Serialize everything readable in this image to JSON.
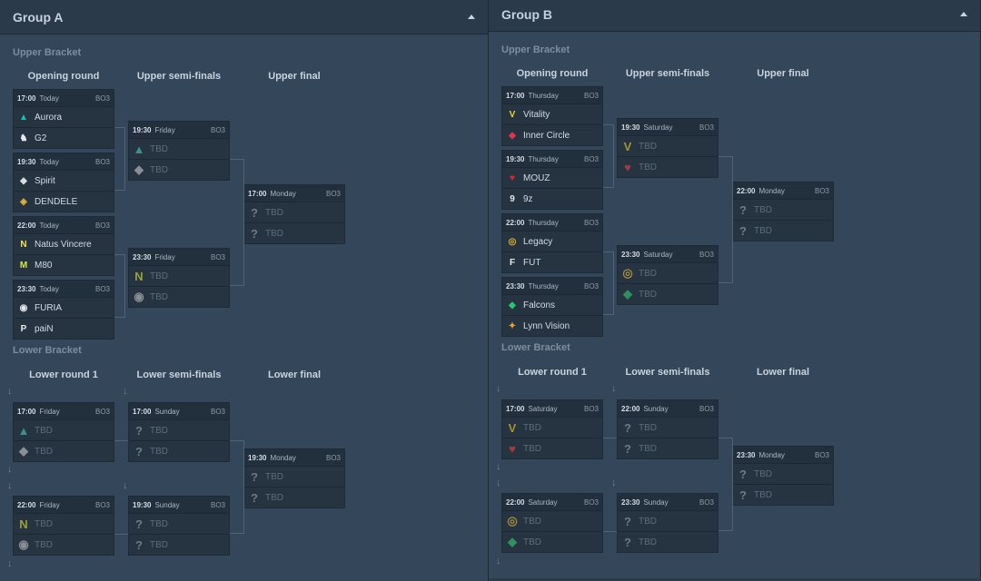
{
  "groups": [
    {
      "title": "Group A",
      "upper_label": "Upper Bracket",
      "lower_label": "Lower Bracket",
      "upper_cols": [
        "Opening round",
        "Upper semi-finals",
        "Upper final"
      ],
      "lower_cols": [
        "Lower round 1",
        "Lower semi-finals",
        "Lower final"
      ],
      "upper_matches": [
        {
          "time": "17:00",
          "day": "Today",
          "bo": "BO3",
          "teams": [
            {
              "name": "Aurora",
              "icon": "aurora-icon"
            },
            {
              "name": "G2",
              "icon": "g2-icon"
            }
          ]
        },
        {
          "time": "19:30",
          "day": "Today",
          "bo": "BO3",
          "teams": [
            {
              "name": "Spirit",
              "icon": "spirit-icon"
            },
            {
              "name": "DENDELE",
              "icon": "dendele-icon"
            }
          ]
        },
        {
          "time": "22:00",
          "day": "Today",
          "bo": "BO3",
          "teams": [
            {
              "name": "Natus Vincere",
              "icon": "navi-icon"
            },
            {
              "name": "M80",
              "icon": "m80-icon"
            }
          ]
        },
        {
          "time": "23:30",
          "day": "Today",
          "bo": "BO3",
          "teams": [
            {
              "name": "FURIA",
              "icon": "furia-icon"
            },
            {
              "name": "paiN",
              "icon": "pain-icon"
            }
          ]
        },
        {
          "time": "19:30",
          "day": "Friday",
          "bo": "BO3",
          "teams": [
            {
              "name": "TBD",
              "icon": "aurora-g2-icon"
            },
            {
              "name": "TBD",
              "icon": "spirit-dendele-icon"
            }
          ]
        },
        {
          "time": "23:30",
          "day": "Friday",
          "bo": "BO3",
          "teams": [
            {
              "name": "TBD",
              "icon": "navi-m80-icon"
            },
            {
              "name": "TBD",
              "icon": "furia-pain-icon"
            }
          ]
        },
        {
          "time": "17:00",
          "day": "Monday",
          "bo": "BO3",
          "teams": [
            {
              "name": "TBD",
              "icon": "unknown-icon"
            },
            {
              "name": "TBD",
              "icon": "unknown-icon"
            }
          ]
        }
      ],
      "lower_matches": [
        {
          "time": "17:00",
          "day": "Friday",
          "bo": "BO3",
          "teams": [
            {
              "name": "TBD",
              "icon": "aurora-g2-icon"
            },
            {
              "name": "TBD",
              "icon": "spirit-dendele-icon"
            }
          ]
        },
        {
          "time": "22:00",
          "day": "Friday",
          "bo": "BO3",
          "teams": [
            {
              "name": "TBD",
              "icon": "navi-m80-icon"
            },
            {
              "name": "TBD",
              "icon": "furia-pain-icon"
            }
          ]
        },
        {
          "time": "17:00",
          "day": "Sunday",
          "bo": "BO3",
          "teams": [
            {
              "name": "TBD",
              "icon": "unknown-icon"
            },
            {
              "name": "TBD",
              "icon": "unknown-icon"
            }
          ]
        },
        {
          "time": "19:30",
          "day": "Sunday",
          "bo": "BO3",
          "teams": [
            {
              "name": "TBD",
              "icon": "unknown-icon"
            },
            {
              "name": "TBD",
              "icon": "unknown-icon"
            }
          ]
        },
        {
          "time": "19:30",
          "day": "Monday",
          "bo": "BO3",
          "teams": [
            {
              "name": "TBD",
              "icon": "unknown-icon"
            },
            {
              "name": "TBD",
              "icon": "unknown-icon"
            }
          ]
        }
      ]
    },
    {
      "title": "Group B",
      "upper_label": "Upper Bracket",
      "lower_label": "Lower Bracket",
      "upper_cols": [
        "Opening round",
        "Upper semi-finals",
        "Upper final"
      ],
      "lower_cols": [
        "Lower round 1",
        "Lower semi-finals",
        "Lower final"
      ],
      "upper_matches": [
        {
          "time": "17:00",
          "day": "Thursday",
          "bo": "BO3",
          "teams": [
            {
              "name": "Vitality",
              "icon": "vitality-icon"
            },
            {
              "name": "Inner Circle",
              "icon": "inner-circle-icon"
            }
          ]
        },
        {
          "time": "19:30",
          "day": "Thursday",
          "bo": "BO3",
          "teams": [
            {
              "name": "MOUZ",
              "icon": "mouz-icon"
            },
            {
              "name": "9z",
              "icon": "9z-icon"
            }
          ]
        },
        {
          "time": "22:00",
          "day": "Thursday",
          "bo": "BO3",
          "teams": [
            {
              "name": "Legacy",
              "icon": "legacy-icon"
            },
            {
              "name": "FUT",
              "icon": "fut-icon"
            }
          ]
        },
        {
          "time": "23:30",
          "day": "Thursday",
          "bo": "BO3",
          "teams": [
            {
              "name": "Falcons",
              "icon": "falcons-icon"
            },
            {
              "name": "Lynn Vision",
              "icon": "lynn-vision-icon"
            }
          ]
        },
        {
          "time": "19:30",
          "day": "Saturday",
          "bo": "BO3",
          "teams": [
            {
              "name": "TBD",
              "icon": "vitality-ic-icon"
            },
            {
              "name": "TBD",
              "icon": "mouz-9z-icon"
            }
          ]
        },
        {
          "time": "23:30",
          "day": "Saturday",
          "bo": "BO3",
          "teams": [
            {
              "name": "TBD",
              "icon": "legacy-fut-icon"
            },
            {
              "name": "TBD",
              "icon": "falcons-lynn-icon"
            }
          ]
        },
        {
          "time": "22:00",
          "day": "Monday",
          "bo": "BO3",
          "teams": [
            {
              "name": "TBD",
              "icon": "unknown-icon"
            },
            {
              "name": "TBD",
              "icon": "unknown-icon"
            }
          ]
        }
      ],
      "lower_matches": [
        {
          "time": "17:00",
          "day": "Saturday",
          "bo": "BO3",
          "teams": [
            {
              "name": "TBD",
              "icon": "vitality-ic-icon"
            },
            {
              "name": "TBD",
              "icon": "mouz-9z-icon"
            }
          ]
        },
        {
          "time": "22:00",
          "day": "Saturday",
          "bo": "BO3",
          "teams": [
            {
              "name": "TBD",
              "icon": "legacy-fut-icon"
            },
            {
              "name": "TBD",
              "icon": "falcons-lynn-icon"
            }
          ]
        },
        {
          "time": "22:00",
          "day": "Sunday",
          "bo": "BO3",
          "teams": [
            {
              "name": "TBD",
              "icon": "unknown-icon"
            },
            {
              "name": "TBD",
              "icon": "unknown-icon"
            }
          ]
        },
        {
          "time": "23:30",
          "day": "Sunday",
          "bo": "BO3",
          "teams": [
            {
              "name": "TBD",
              "icon": "unknown-icon"
            },
            {
              "name": "TBD",
              "icon": "unknown-icon"
            }
          ]
        },
        {
          "time": "23:30",
          "day": "Monday",
          "bo": "BO3",
          "teams": [
            {
              "name": "TBD",
              "icon": "unknown-icon"
            },
            {
              "name": "TBD",
              "icon": "unknown-icon"
            }
          ]
        }
      ]
    }
  ],
  "icon_colors": {
    "aurora-icon": "#19c2b0",
    "g2-icon": "#e8e8e8",
    "spirit-icon": "#d9dde2",
    "dendele-icon": "#e0b13a",
    "navi-icon": "#f5e04a",
    "m80-icon": "#d7e847",
    "furia-icon": "#e8e8e8",
    "pain-icon": "#e8e8e8",
    "vitality-icon": "#f3d32b",
    "inner-circle-icon": "#e0344a",
    "mouz-icon": "#e0252f",
    "9z-icon": "#e8e8e8",
    "legacy-icon": "#e4b62c",
    "fut-icon": "#e8e8e8",
    "falcons-icon": "#28c76f",
    "lynn-vision-icon": "#f0a22e",
    "aurora-g2-icon": "#3f8f8a",
    "spirit-dendele-icon": "#8b8f95",
    "navi-m80-icon": "#9aa03a",
    "furia-pain-icon": "#8b8f95",
    "vitality-ic-icon": "#a4932f",
    "mouz-9z-icon": "#a13b44",
    "legacy-fut-icon": "#a58a3b",
    "falcons-lynn-icon": "#2f8f5e",
    "unknown-icon": "#6c7a89"
  },
  "icon_glyphs": {
    "aurora-icon": "▲",
    "g2-icon": "♞",
    "spirit-icon": "◆",
    "dendele-icon": "◈",
    "navi-icon": "N",
    "m80-icon": "M",
    "furia-icon": "◉",
    "pain-icon": "P",
    "vitality-icon": "V",
    "inner-circle-icon": "◆",
    "mouz-icon": "♥",
    "9z-icon": "9",
    "legacy-icon": "◎",
    "fut-icon": "F",
    "falcons-icon": "◆",
    "lynn-vision-icon": "✦",
    "aurora-g2-icon": "▲",
    "spirit-dendele-icon": "◆",
    "navi-m80-icon": "N",
    "furia-pain-icon": "◉",
    "vitality-ic-icon": "V",
    "mouz-9z-icon": "♥",
    "legacy-fut-icon": "◎",
    "falcons-lynn-icon": "◆",
    "unknown-icon": "?"
  }
}
